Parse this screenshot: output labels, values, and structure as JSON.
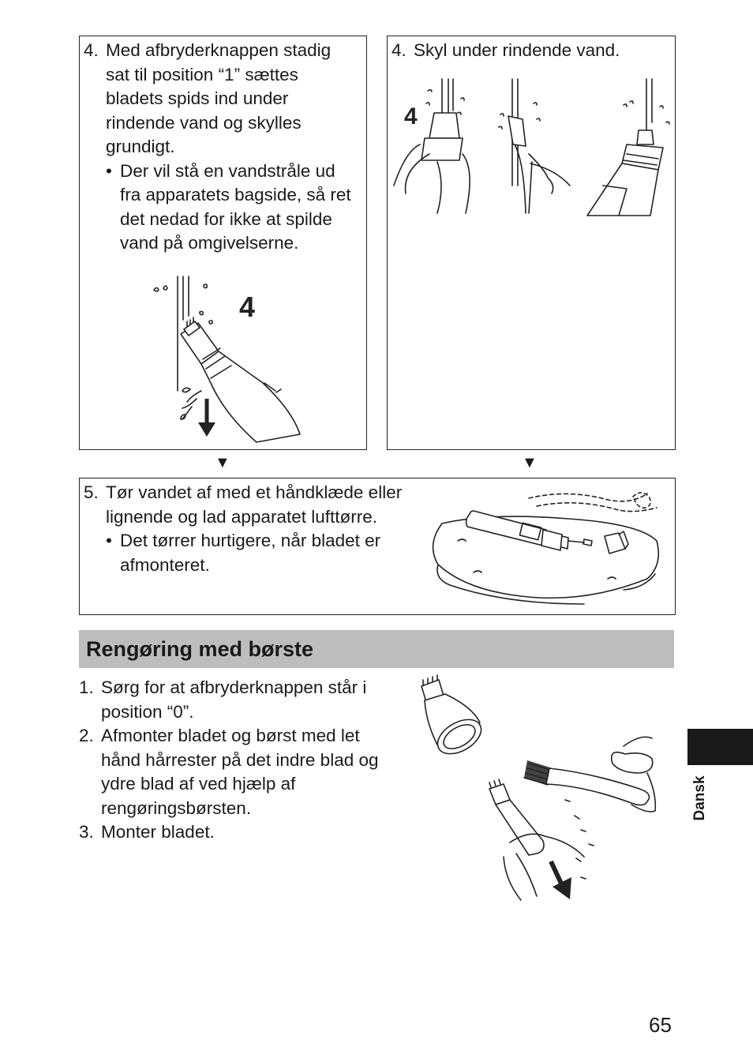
{
  "box_left": {
    "step_num": "4.",
    "step_lines": [
      "Med afbryderknappen stadig",
      "sat til position “1” sættes",
      "bladets spids ind under",
      "rindende vand og skylles",
      "grundigt."
    ],
    "bullet_lines": [
      "Der vil stå en vandstråle ud",
      "fra apparatets bagside, så ret",
      "det nedad for ikke at spilde",
      "vand på omgivelserne."
    ],
    "figure_label": "4"
  },
  "box_right": {
    "step_num": "4.",
    "step_text": "Skyl under rindende vand.",
    "figure_label": "4"
  },
  "arrow_glyph": "▼",
  "box_bottom": {
    "step_num": "5.",
    "step_lines": [
      "Tør vandet af med et håndklæde eller",
      "lignende og lad apparatet lufttørre."
    ],
    "bullet_lines": [
      "Det tørrer hurtigere, når bladet er",
      "afmonteret."
    ]
  },
  "bullet_glyph": "•",
  "section": {
    "title": "Rengøring med børste",
    "items": [
      {
        "num": "1.",
        "lines": [
          "Sørg for at afbryderknappen står i",
          "position “0”."
        ]
      },
      {
        "num": "2.",
        "lines": [
          "Afmonter bladet og børst med let",
          "hånd hårrester på det indre blad og",
          "ydre blad af ved hjælp af",
          "rengøringsbørsten."
        ]
      },
      {
        "num": "3.",
        "lines": [
          "Monter bladet."
        ]
      }
    ]
  },
  "side_tab": {
    "label": "Dansk"
  },
  "page_number": "65"
}
